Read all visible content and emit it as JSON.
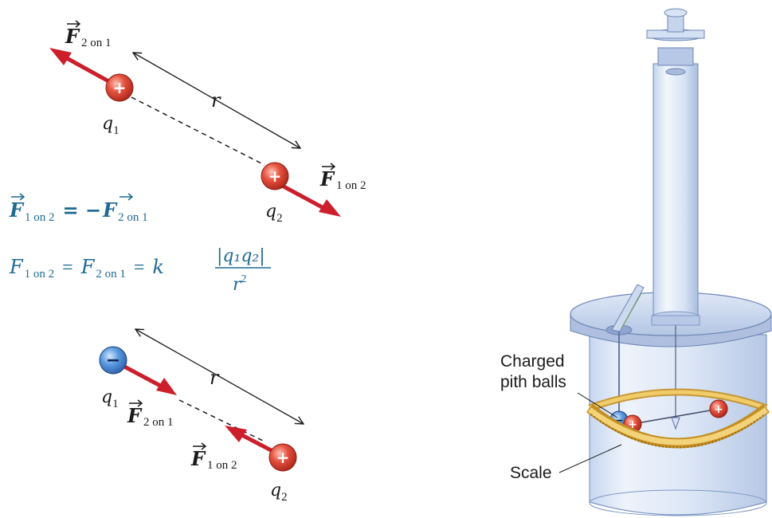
{
  "top_diagram": {
    "force_left": {
      "symbol": "F",
      "subscript": "2 on 1"
    },
    "force_right": {
      "symbol": "F",
      "subscript": "1 on 2"
    },
    "distance_label": "r",
    "charge1": {
      "sign": "+",
      "label": "q",
      "subscript": "1"
    },
    "charge2": {
      "sign": "+",
      "label": "q",
      "subscript": "2"
    }
  },
  "equations": {
    "vector_eq": {
      "lhs": "F",
      "lhs_sub": "1 on 2",
      "mid": "= −",
      "rhs": "F",
      "rhs_sub": "2 on 1"
    },
    "magnitude_eq": {
      "f1": "F",
      "f1_sub": "1 on 2",
      "f2": "F",
      "f2_sub": "2 on 1",
      "eq1": "=",
      "eq2": "=",
      "k": "k",
      "numerator": "|q₁q₂|",
      "denominator": "r",
      "denominator_sup": "2"
    }
  },
  "bottom_diagram": {
    "force_on_1": {
      "symbol": "F",
      "subscript": "2 on 1"
    },
    "force_on_2": {
      "symbol": "F",
      "subscript": "1 on 2"
    },
    "distance_label": "r",
    "charge1": {
      "sign": "−",
      "label": "q",
      "subscript": "1"
    },
    "charge2": {
      "sign": "+",
      "label": "q",
      "subscript": "2"
    }
  },
  "apparatus": {
    "label_pith_balls_line1": "Charged",
    "label_pith_balls_line2": "pith balls",
    "label_scale": "Scale",
    "ball_neg_sign": "−",
    "ball_pos_sign_1": "+",
    "ball_pos_sign_2": "+"
  },
  "colors": {
    "arrow_red": "#cc1f2b",
    "charge_red": "#d93a2b",
    "charge_blue": "#3d7fd0",
    "equation_blue": "#1f6a93",
    "scale_gold": "#e0b03a"
  }
}
